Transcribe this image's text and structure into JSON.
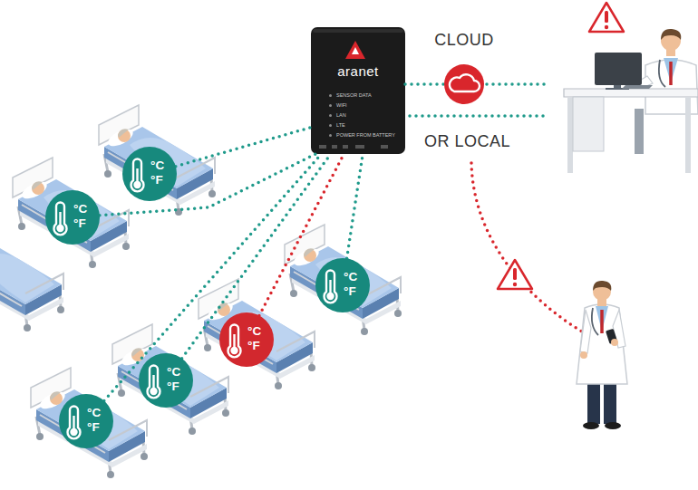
{
  "diagram": {
    "nodes": [
      {
        "text": [
          "aranet",
          "SENSOR DATA",
          "WIFI",
          "LAN",
          "LTE",
          "POWER FROM BATTERY"
        ]
      },
      {
        "text": [
          "CLOUD"
        ]
      },
      {
        "text": [
          "°C °F"
        ]
      },
      {
        "text": [
          "°C °F"
        ]
      },
      {
        "text": [
          "°C °F"
        ]
      },
      {
        "text": [
          "°C °F"
        ]
      },
      {
        "text": [
          "°C °F"
        ]
      },
      {
        "text": [
          "°C °F"
        ]
      }
    ],
    "edges": [
      {
        "from": 2,
        "to": 0,
        "arrow": "none"
      },
      {
        "from": 3,
        "to": 0,
        "arrow": "none"
      },
      {
        "from": 4,
        "to": 0,
        "arrow": "none"
      },
      {
        "from": 5,
        "to": 0,
        "arrow": "none"
      },
      {
        "from": 6,
        "to": 0,
        "arrow": "none"
      },
      {
        "from": 7,
        "to": 0,
        "arrow": "none"
      },
      {
        "from": 0,
        "to": 1,
        "arrow": "none"
      }
    ],
    "labels": [
      "OR LOCAL"
    ]
  }
}
